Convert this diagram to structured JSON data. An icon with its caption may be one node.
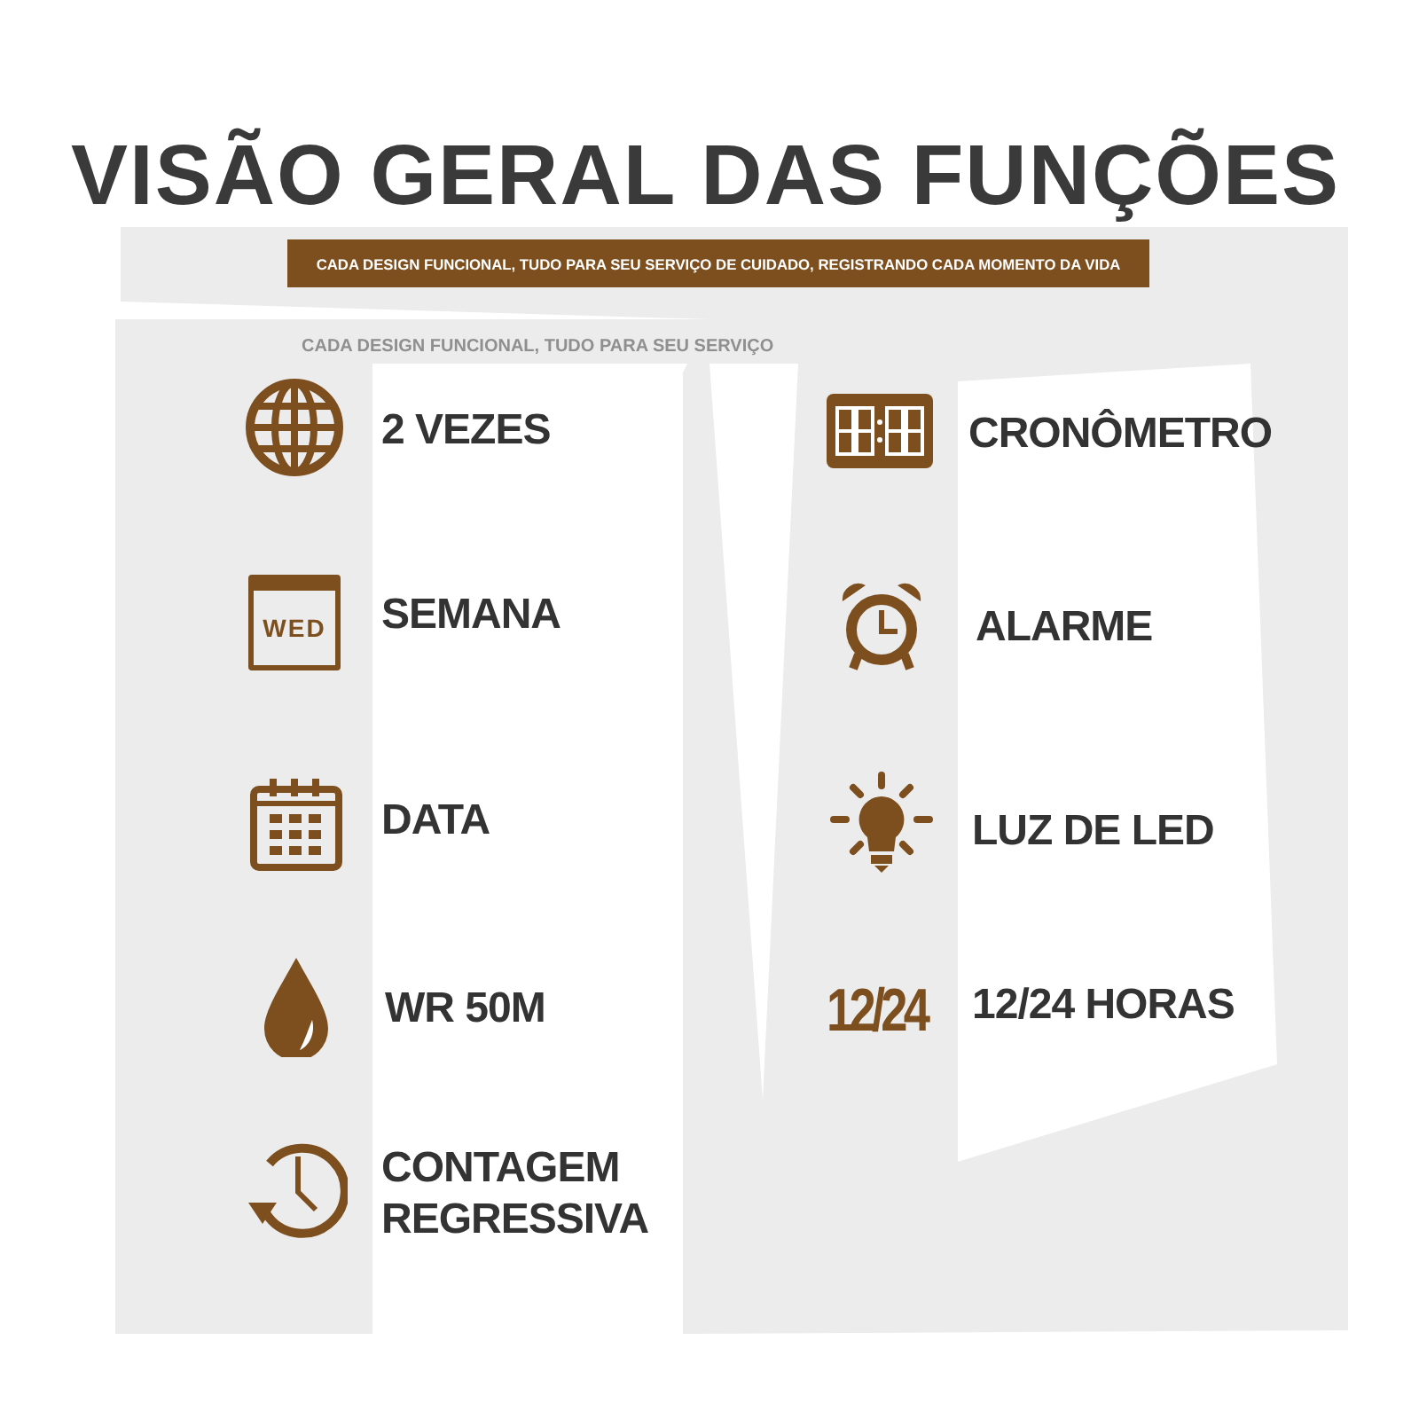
{
  "diagram": {
    "title": "VISÃO GERAL DAS FUNÇÕES",
    "nodes": [
      {
        "text": [
          "CADA DESIGN FUNCIONAL, TUDO PARA SEU SERVIÇO DE CUIDADO, REGISTRANDO CADA MOMENTO DA VIDA"
        ]
      }
    ],
    "labels": [
      "CADA DESIGN FUNCIONAL, TUDO PARA SEU SERVIÇO",
      "2 VEZES",
      "WED",
      "SEMANA",
      "DATA",
      "WR 50M",
      "CONTAGEM REGRESSIVA",
      "CRONÔMETRO",
      "ALARME",
      "LUZ DE LED",
      "12/24",
      "12/24 HORAS"
    ]
  }
}
